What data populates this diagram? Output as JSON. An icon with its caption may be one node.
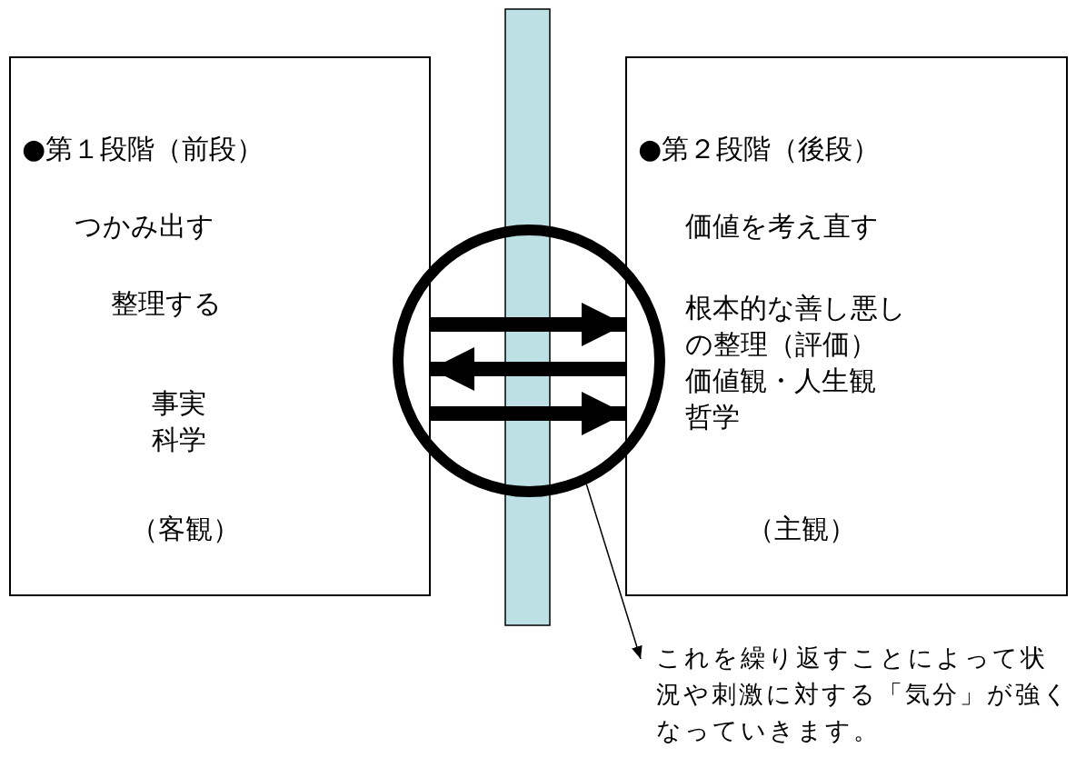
{
  "diagram": {
    "nodes": [
      {
        "text": [
          "●第１段階（前段）",
          "つかみ出す",
          "整理する",
          "事実",
          "科学",
          "（客観）"
        ]
      },
      {
        "text": [
          "●第２段階（後段）",
          "価値を考え直す",
          "根本的な善し悪しの整理（評価）",
          "価値観・人生観",
          "哲学",
          "（主観）"
        ]
      },
      {
        "text": [
          "これを繰り返すことによって状況や刺激に対する「気分」が強くなっていきます。"
        ]
      }
    ],
    "edges": [
      {
        "from": 0,
        "to": 1,
        "arrow": "to"
      },
      {
        "from": 1,
        "to": 0,
        "arrow": "to"
      },
      {
        "from": 0,
        "to": 1,
        "arrow": "to"
      },
      {
        "from": null,
        "to": 2,
        "arrow": "to"
      }
    ]
  }
}
